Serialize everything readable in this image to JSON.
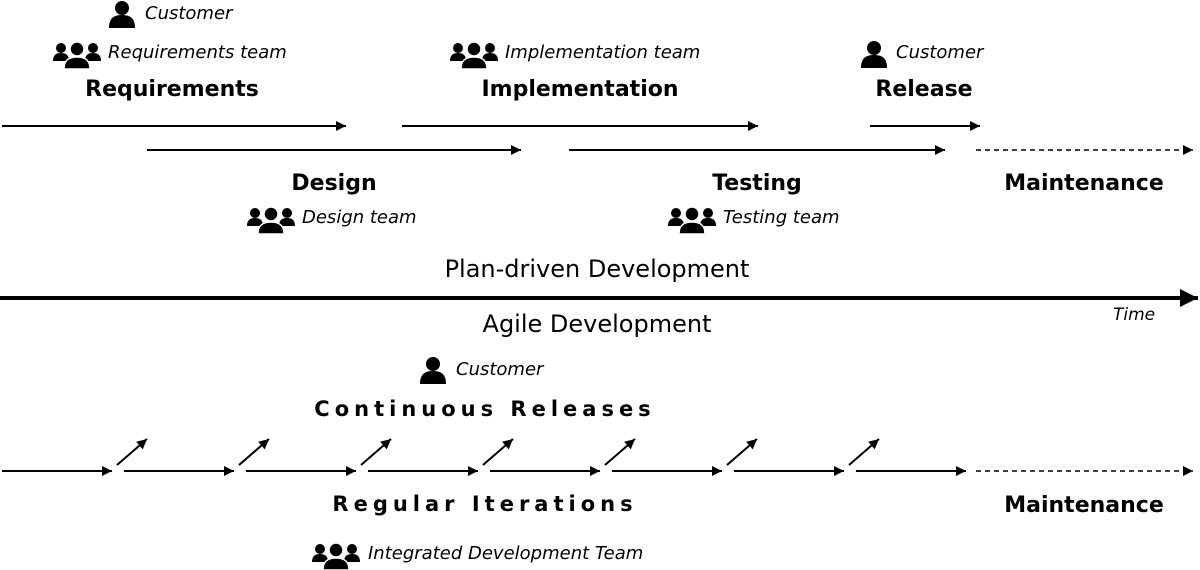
{
  "plan": {
    "requirements": {
      "label": "Requirements",
      "roles": [
        "Customer",
        "Requirements team"
      ]
    },
    "design": {
      "label": "Design",
      "role": "Design team"
    },
    "implementation": {
      "label": "Implementation",
      "role": "Implementation team"
    },
    "testing": {
      "label": "Testing",
      "role": "Testing team"
    },
    "release": {
      "label": "Release",
      "role": "Customer"
    },
    "maintenance": {
      "label": "Maintenance"
    }
  },
  "axis": {
    "plan_label": "Plan-driven Development",
    "agile_label": "Agile Development",
    "time_label": "Time"
  },
  "agile": {
    "customer": "Customer",
    "continuous": "Continuous Releases",
    "iterations": "Regular Iterations",
    "maintenance": "Maintenance",
    "team": "Integrated Development Team",
    "iteration_count": 7
  },
  "icons": {
    "single": "person-icon",
    "group": "team-icon"
  },
  "colors": {
    "ink": "#000000",
    "background": "#ffffff"
  }
}
